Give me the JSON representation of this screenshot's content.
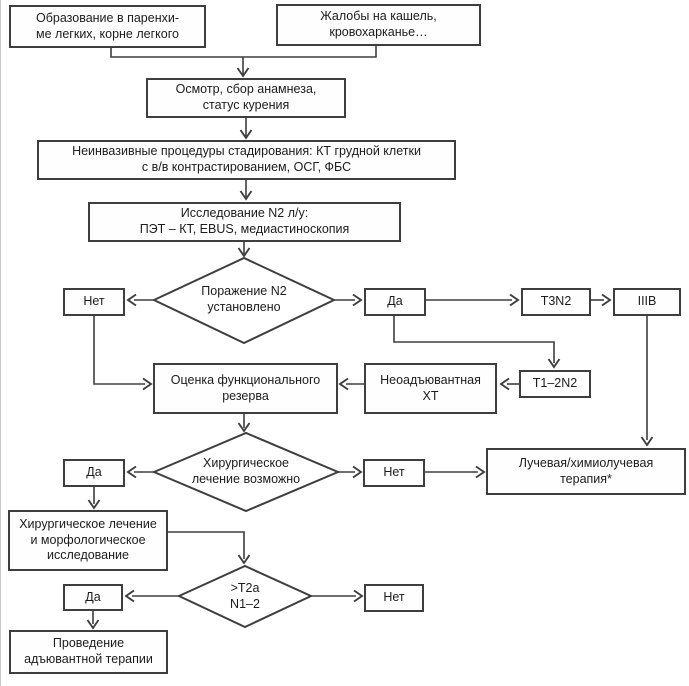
{
  "colors": {
    "line": "#3e3e3e",
    "text": "#1c1c1c",
    "background": "#ffffff"
  },
  "nodes": {
    "formation": {
      "label": "Образование в паренхи-\nме легких, корне легкого"
    },
    "complaints": {
      "label": "Жалобы на кашель,\nкровохарканье…"
    },
    "exam": {
      "label": "Осмотр, сбор анамнеза,\nстатус курения"
    },
    "staging": {
      "label": "Неинвазивные процедуры стадирования: КТ грудной клетки\nс в/в контрастированием, ОСГ, ФБС"
    },
    "n2_study": {
      "label": "Исследование N2 л/у:\nПЭТ – КТ, EBUS, медиастиноскопия"
    },
    "n2_decision": {
      "label": "Поражение N2\nустановлено"
    },
    "no1": {
      "label": "Нет"
    },
    "yes1": {
      "label": "Да"
    },
    "t3n2": {
      "label": "Т3N2"
    },
    "iiib": {
      "label": "IIIB"
    },
    "t12n2": {
      "label": "Т1–2N2"
    },
    "neoadjuvant": {
      "label": "Неоадъювантная\nХТ"
    },
    "functional_reserve": {
      "label": "Оценка функционального\nрезерва"
    },
    "surgery_decision": {
      "label": "Хирургическое\nлечение возможно"
    },
    "yes2": {
      "label": "Да"
    },
    "no2": {
      "label": "Нет"
    },
    "radiochemo": {
      "label": "Лучевая/химиолучевая\nтерапия*"
    },
    "surgery": {
      "label": "Хирургическое лечение\nи морфологическое\nисследование"
    },
    "t2a_decision": {
      "label": ">Т2а\nN1–2"
    },
    "yes3": {
      "label": "Да"
    },
    "no3": {
      "label": "Нет"
    },
    "adjuvant": {
      "label": "Проведение\nадъювантной терапии"
    }
  }
}
